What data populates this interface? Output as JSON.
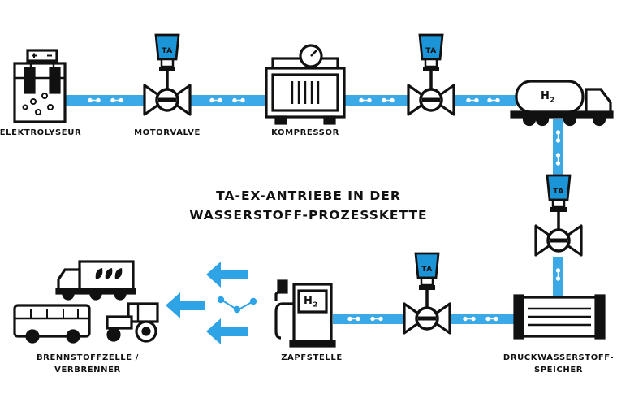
{
  "title": {
    "line1": "TA-EX-ANTRIEBE IN DER",
    "line2": "WASSERSTOFF-PROZESSKETTE"
  },
  "nodes": {
    "elektrolyseur": "ELEKTROLYSEUR",
    "motorvalve": "MOTORVALVE",
    "kompressor": "KOMPRESSOR",
    "zapfstelle": "ZAPFSTELLE",
    "druckspeicher_line1": "DRUCKWASSERSTOFF-",
    "druckspeicher_line2": "SPEICHER",
    "brennstoff_line1": "BRENNSTOFFZELLE /",
    "brennstoff_line2": "VERBRENNER"
  },
  "actuator_label": "TA",
  "h2_label": "H",
  "h2_sub": "2",
  "colors": {
    "pipe": "#3aa9e6",
    "actuator": "#1b95d8",
    "arrow": "#2ea4e6",
    "ink": "#111111"
  }
}
